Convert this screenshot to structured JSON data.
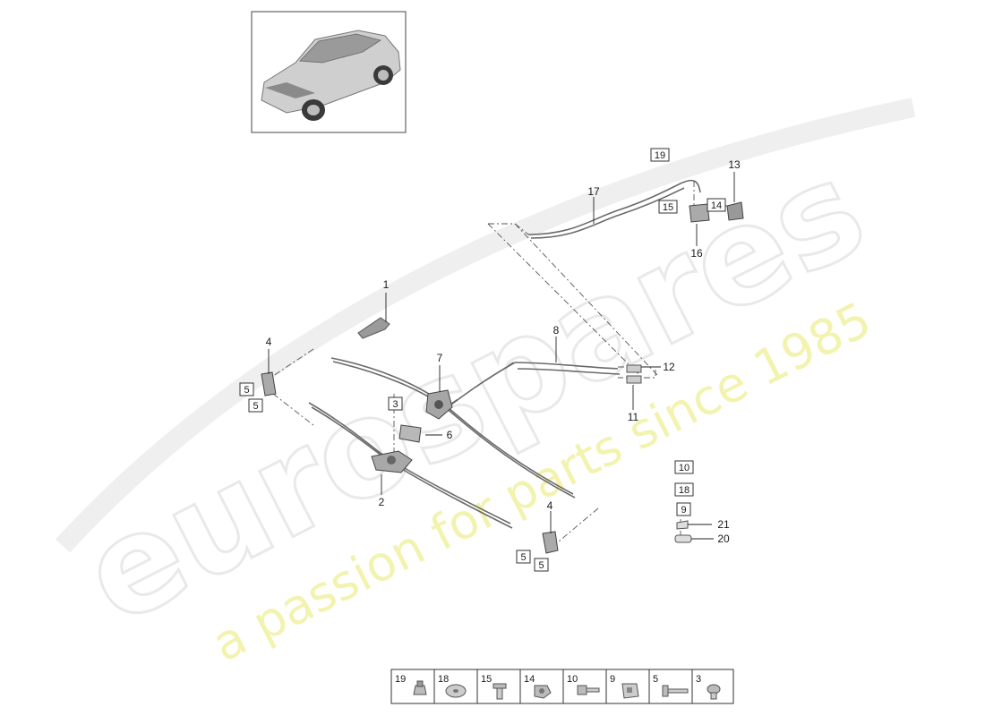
{
  "watermark": {
    "brand": "eurospares",
    "tagline": "a passion for parts since 1985"
  },
  "callouts": {
    "c1": "1",
    "c2": "2",
    "c3": "3",
    "c4a": "4",
    "c4b": "4",
    "c5a": "5",
    "c5b": "5",
    "c5c": "5",
    "c5d": "5",
    "c6": "6",
    "c7": "7",
    "c8": "8",
    "c10": "10",
    "c11": "11",
    "c12": "12",
    "c13": "13",
    "c14": "14",
    "c15": "15",
    "c16": "16",
    "c17": "17",
    "c18": "18",
    "c19": "19",
    "c9": "9",
    "c20": "20",
    "c21": "21"
  },
  "legend": [
    "19",
    "18",
    "15",
    "14",
    "10",
    "9",
    "5",
    "3"
  ]
}
